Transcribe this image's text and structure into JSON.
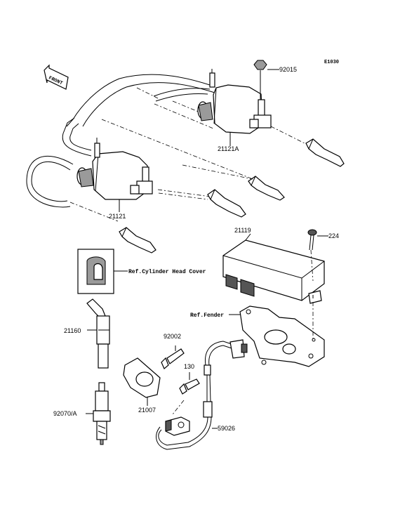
{
  "diagram": {
    "code": "E1030",
    "front_label": "FRONT",
    "parts": [
      {
        "id": "92015"
      },
      {
        "id": "21121A"
      },
      {
        "id": "21121"
      },
      {
        "id": "21119"
      },
      {
        "id": "224"
      },
      {
        "id": "21160"
      },
      {
        "id": "92002"
      },
      {
        "id": "130"
      },
      {
        "id": "21007"
      },
      {
        "id": "92070/A"
      },
      {
        "id": "59026"
      }
    ],
    "refs": {
      "cylinder_head_cover": "Ref.Cylinder Head Cover",
      "fender": "Ref.Fender"
    }
  }
}
